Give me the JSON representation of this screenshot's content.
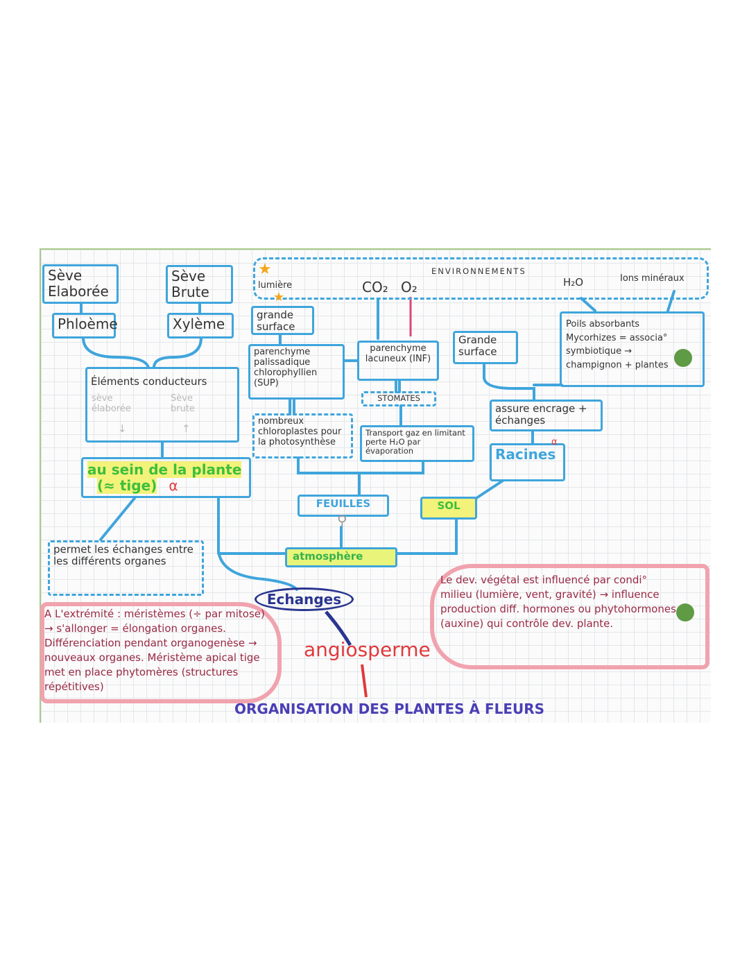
{
  "title": "ORGANISATION DES PLANTES À FLEURS",
  "center": {
    "angiosperme": "angiosperme",
    "echanges": "Echanges"
  },
  "left": {
    "seve_elaboree": "Sève Elaborée",
    "seve_brute": "Sève Brute",
    "phloeme": "Phloème",
    "xyleme": "Xylème",
    "elements_conducteurs": "Éléments conducteurs",
    "sub_seve_elaboree": "sève élaborée",
    "sub_seve_brute": "Sève brute",
    "arrow_down": "↓",
    "arrow_up": "↑",
    "au_sein": "au sein de la plante",
    "tige": "(≈ tige)",
    "alpha": "α",
    "permet": "permet les échanges entre les différents organes"
  },
  "environnement": {
    "label": "ENVIRONNEMENTS",
    "lumiere": "lumière",
    "co2": "CO₂",
    "o2": "O₂",
    "h2o": "H₂O",
    "ions": "Ions minéraux"
  },
  "feuilles": {
    "grande_surface": "grande surface",
    "parenchyme_palissadique": "parenchyme palissadique chlorophyllien (SUP)",
    "chloroplastes": "nombreux chloroplastes pour la photosynthèse",
    "parenchyme_lacuneux": "parenchyme lacuneux (INF)",
    "stomates": "STOMATES",
    "transport": "Transport gaz en limitant perte H₂O par évaporation",
    "label": "FEUILLES",
    "atmosphere": "atmosphère"
  },
  "racines": {
    "grande_surface": "Grande surface",
    "poils": "Poils absorbants Mycorhizes = associa° symbiotique → champignon + plantes",
    "assure": "assure encrage + échanges",
    "label": "Racines",
    "alpha": "α",
    "sol": "SOL"
  },
  "notes": {
    "meristemes": "A L'extrémité : méristèmes (÷ par mitose) → s'allonger = élongation organes. Différenciation pendant organogenèse → nouveaux organes. Méristème apical tige met en place phytomères (structures répétitives)",
    "developpement": "Le dev. végétal est influencé par condi° milieu (lumière, vent, gravité) → influence production diff. hormones ou phytohormones (auxine) qui contrôle dev. plante."
  },
  "colors": {
    "box": "#3fa5dc",
    "pink": "#f0a3ae",
    "red": "#e0393b",
    "navy": "#2a3590",
    "green": "#5f9a45"
  }
}
